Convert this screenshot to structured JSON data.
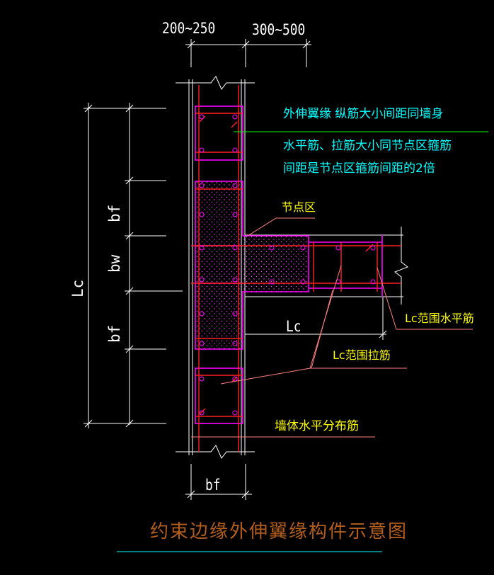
{
  "title": "约束边缘外伸翼缘构件示意图",
  "dimensions": {
    "top_left": "200~250",
    "top_right": "300~500",
    "bottom": "bf",
    "left_total": "Lc",
    "left_bf_top": "bf",
    "left_bw": "bw",
    "left_bf_bottom": "bf",
    "horizontal_lc": "Lc"
  },
  "annotations": {
    "note_line1": "外伸翼缘 纵筋大小间距同墙身",
    "note_line2": "水平筋、拉筋大小同节点区箍筋",
    "note_line3": "间距是节点区箍筋间距的2倍",
    "node_zone": "节点区",
    "lc_horizontal_bar": "Lc范围水平筋",
    "lc_tie_bar": "Lc范围拉筋",
    "wall_horizontal_bar": "墙体水平分布筋"
  },
  "colors": {
    "background": "#000000",
    "wall_outline": "#ffffff",
    "rebar": "#ff2020",
    "stirrup": "#ff00ff",
    "leader": "#ff8080",
    "dim_line": "#ffffff",
    "note_text": "#00ffff",
    "label_text": "#ffff00",
    "guide_line": "#00ff00",
    "title_text": "#b35e1c",
    "title_underline": "#00ffff"
  }
}
